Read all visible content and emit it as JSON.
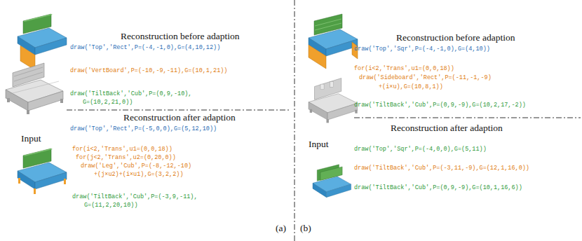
{
  "diagram": {
    "labels": [
      "Reconstruction before adaption",
      "draw('Top','Rect',P=(-4,-1,0),G=(4,10,12))",
      "draw('VertBoard',P=(-10,-9,-11),G=(10,1,21))",
      "draw('TiltBack','Cub',P=(0,9,-10),",
      "G=(10,2,21,0))",
      "Input",
      "Reconstruction after adaption",
      "draw('Top','Rect',P=(-5,0,0),G=(5,12,10))",
      "for(i<2,'Trans',u1=(0,0,18))",
      "for(j<2,'Trans',u2=(0,20,0))",
      "draw('Leg','Cub',P=(-8,-12,-10)",
      "+(j×u2)+(i×u1),G=(3,2,2))",
      "draw('TiltBack','Cub',P=(-3,9,-11),",
      "G=(11,2,20,10))",
      "(a)",
      "Reconstruction before adaption",
      "draw('Top','Sqr',P=(-4,-1,0),G=(4,10))",
      "for(i<2,'Trans',u1=(0,0,18))",
      "draw('Sideboard','Rect',P=(-11,-1,-9)",
      "+(i×u),G=(10,8,1))",
      "draw('TiltBack','Cub',P=(0,9,-9),G=(10,2,17,-2))",
      "Input",
      "Reconstruction after adaption",
      "draw('Top','Sqr',P=(-4,0,0),G=(5,11))",
      "draw('TiltBack','Cub',P=(-3,11,-9),G=(12,1,16,0))",
      "draw('TiltBack','Cub',P=(0,9,-9),G=(10,1,16,6))",
      "(b)"
    ]
  }
}
